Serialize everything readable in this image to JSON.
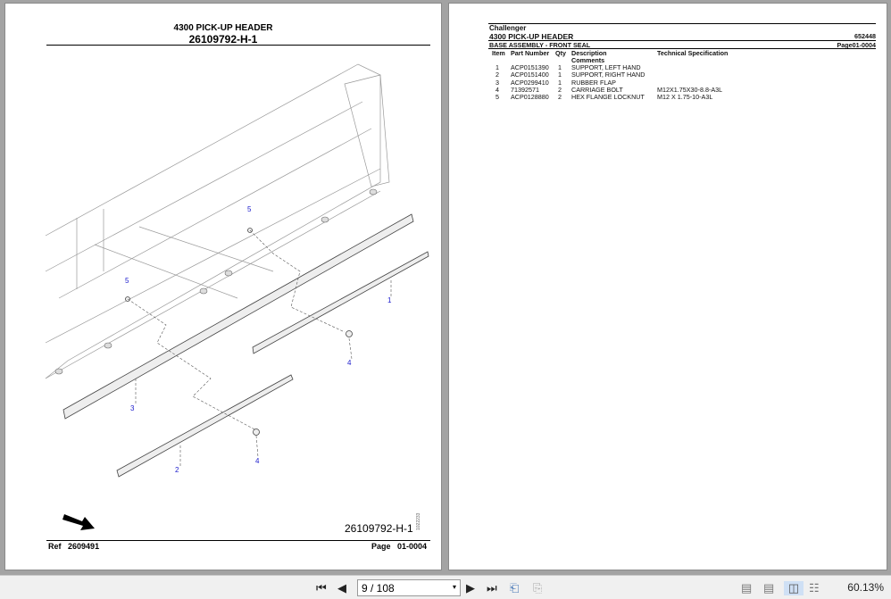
{
  "left_page": {
    "title": "4300 PICK-UP HEADER",
    "drawing_number": "26109792-H-1",
    "drawing_caption": "26109792-H-1",
    "vertical_code": "1022233",
    "ref_label": "Ref",
    "ref_value": "2609491",
    "page_label": "Page",
    "page_value": "01-0004",
    "callouts": [
      "5",
      "5",
      "1",
      "4",
      "3",
      "2",
      "4"
    ]
  },
  "right_page": {
    "brand": "Challenger",
    "model": "4300 PICK-UP HEADER",
    "doc_number": "652448",
    "section": "BASE ASSEMBLY - FRONT SEAL",
    "page_ref": "Page01-0004",
    "columns": {
      "item": "Item",
      "part": "Part Number",
      "qty": "Qty",
      "desc": "Description",
      "comments": "Comments",
      "spec": "Technical Specification"
    },
    "rows": [
      {
        "item": "1",
        "part": "ACP0151390",
        "qty": "1",
        "desc": "SUPPORT, LEFT HAND",
        "spec": ""
      },
      {
        "item": "2",
        "part": "ACP0151400",
        "qty": "1",
        "desc": "SUPPORT, RIGHT HAND",
        "spec": ""
      },
      {
        "item": "3",
        "part": "ACP0299410",
        "qty": "1",
        "desc": "RUBBER FLAP",
        "spec": ""
      },
      {
        "item": "4",
        "part": "71392571",
        "qty": "2",
        "desc": "CARRIAGE BOLT",
        "spec": "M12X1.75X30-8.8-A3L"
      },
      {
        "item": "5",
        "part": "ACP0128880",
        "qty": "2",
        "desc": "HEX FLANGE LOCKNUT",
        "spec": "M12 X 1.75-10-A3L"
      }
    ]
  },
  "toolbar": {
    "page_value": "9 / 108",
    "zoom": "60.13%",
    "icons": [
      "first-page-icon",
      "prev-page-icon",
      "next-page-icon",
      "last-page-icon",
      "previous-view-icon",
      "next-view-icon",
      "single-page-icon",
      "continuous-icon",
      "facing-icon",
      "continuous-facing-icon"
    ]
  }
}
